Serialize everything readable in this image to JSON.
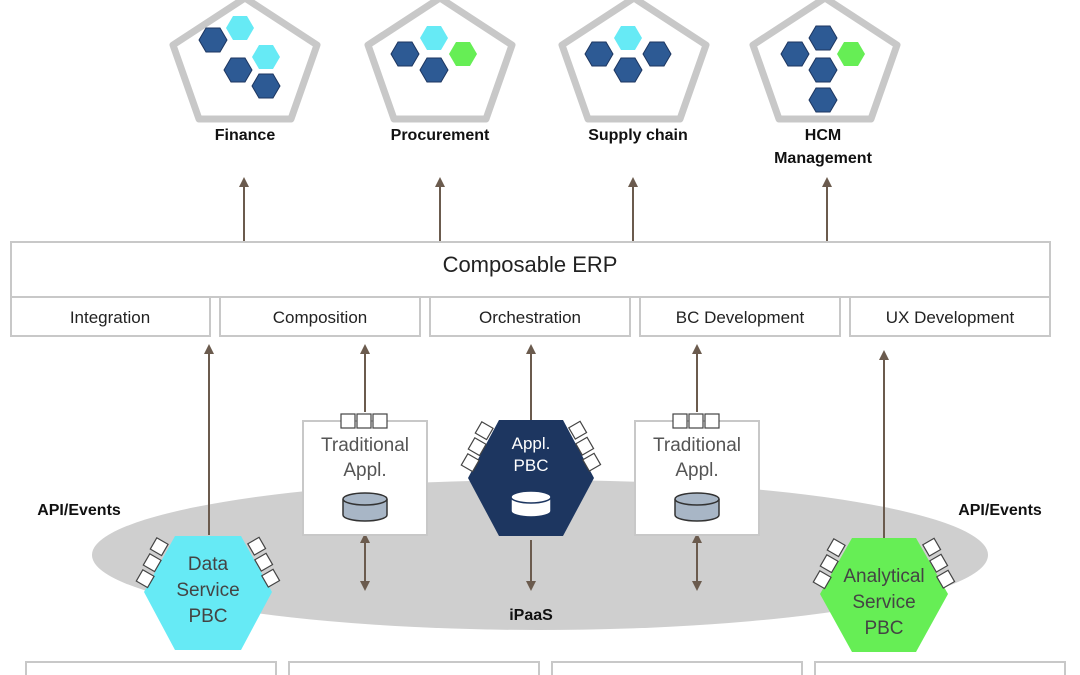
{
  "modules": [
    {
      "label_line1": "Finance",
      "label_line2": ""
    },
    {
      "label_line1": "Procurement",
      "label_line2": ""
    },
    {
      "label_line1": "Supply chain",
      "label_line2": ""
    },
    {
      "label_line1": "HCM",
      "label_line2": "Management"
    }
  ],
  "erp": {
    "title": "Composable ERP",
    "capabilities": [
      "Integration",
      "Composition",
      "Orchestration",
      "BC Development",
      "UX Development"
    ]
  },
  "api_events_left": "API/Events",
  "api_events_right": "API/Events",
  "ipaas": "iPaaS",
  "components": {
    "data_service": [
      "Data",
      "Service",
      "PBC"
    ],
    "traditional_left": [
      "Traditional",
      "Appl."
    ],
    "appl_pbc": [
      "Appl.",
      "PBC"
    ],
    "traditional_right": [
      "Traditional",
      "Appl."
    ],
    "analytical_service": [
      "Analytical",
      "Service",
      "PBC"
    ]
  },
  "colors": {
    "dark_blue": "#1d3660",
    "mid_blue": "#2d5a94",
    "cyan": "#66eaf5",
    "green": "#66ee55",
    "arrow": "#6b5b4e",
    "ellipse": "#cfcfcf"
  }
}
